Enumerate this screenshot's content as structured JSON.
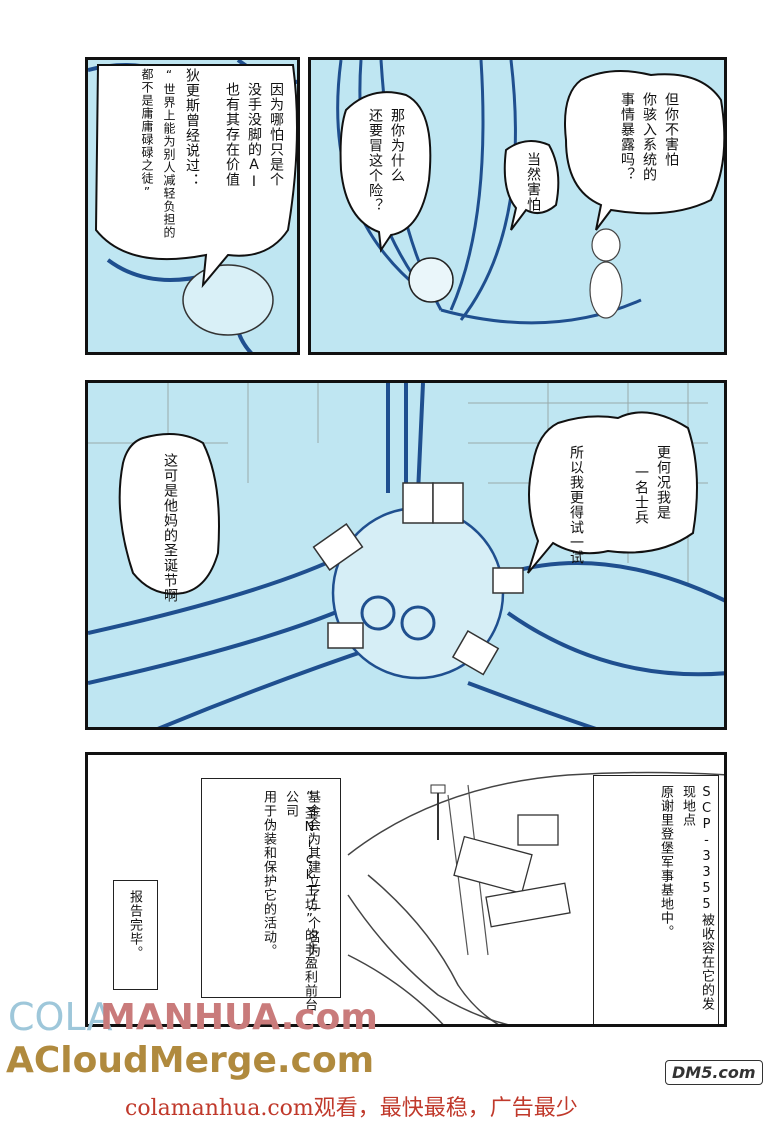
{
  "panel1": {
    "bubble_text": [
      "因为哪怕只是个",
      "没手没脚的AI",
      "也有其存在价值",
      "狄更斯曾经说过：",
      "“世界上能为别人减轻负担的",
      "都不是庸庸碌碌之徒”"
    ]
  },
  "panel2": {
    "bubble_a": [
      "但你不害怕",
      "你骇入系统的",
      "事情暴露吗？"
    ],
    "bubble_b": [
      "当然害怕"
    ],
    "bubble_c": [
      "那你为什么",
      "还要冒这个险？"
    ]
  },
  "panel3": {
    "bubble_a": [
      "更何况我是",
      "一名士兵",
      "所以我更得试一试"
    ],
    "bubble_b": [
      "这可是他妈的圣诞节啊"
    ]
  },
  "panel4": {
    "caption_a": [
      "SCP-3355被收容在它的发现地点",
      "原谢里登堡军事基地中。"
    ],
    "caption_b": [
      "基金会为其建立了一个名为",
      "“圣Nick工坊”的非盈利前台公司",
      "用于伪装和保护它的活动。"
    ],
    "caption_c": [
      "报告完毕。"
    ]
  },
  "watermarks": {
    "cola_left": "COLA",
    "cola_right": "MANHUA.com",
    "acloud": "ACloudMerge.com",
    "dm5": "DM5.com",
    "footer": "colamanhua.com观看，最快最稳，广告最少"
  },
  "colors": {
    "sky": "#bfe6f2",
    "cable": "#1f4f8f",
    "ink": "#111111",
    "watermark_red": "#c0392b"
  }
}
